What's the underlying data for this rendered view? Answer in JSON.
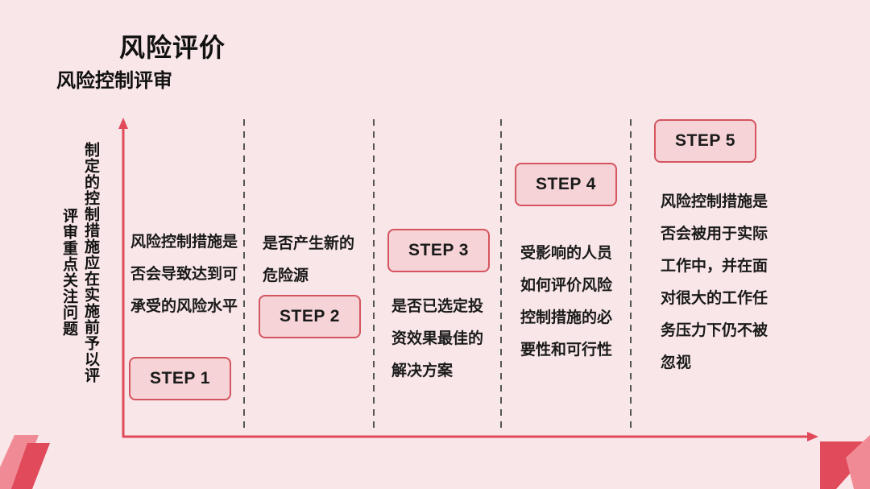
{
  "header": {
    "title": "风险评价",
    "subtitle": "风险控制评审"
  },
  "y_axis": {
    "label_line1": "制定的控制措施应在实施前予以评",
    "separator": "，",
    "label_line2": "评审重点关注问题"
  },
  "steps": [
    {
      "label": "STEP 1",
      "text": "风险控制措施是否会导致达到可承受的风险水平"
    },
    {
      "label": "STEP 2",
      "text": "是否产生新的危险源"
    },
    {
      "label": "STEP 3",
      "text": "是否已选定投资效果最佳的解决方案"
    },
    {
      "label": "STEP 4",
      "text": "受影响的人员如何评价风险控制措施的必要性和可行性"
    },
    {
      "label": "STEP 5",
      "text": "风险控制措施是否会被用于实际工作中，并在面对很大的工作任务压力下仍不被忽视"
    }
  ],
  "colors": {
    "background": "#f9e6e8",
    "accent": "#e04a5a",
    "step_fill": "#f5d3d6",
    "step_border": "#d4555f",
    "divider": "#555555"
  }
}
